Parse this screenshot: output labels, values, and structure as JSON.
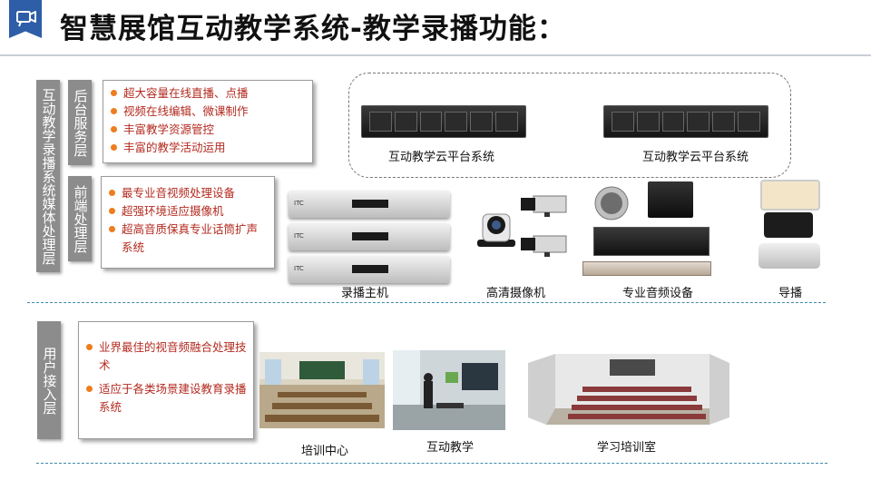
{
  "header": {
    "title": "智慧展馆互动教学系统-教学录播功能：",
    "badge_icon": "video-camera-icon",
    "badge_color": "#2e5ea8"
  },
  "layers": {
    "media": {
      "label": "互动教学录播系统媒体处理层"
    },
    "backend": {
      "label": "后台服务层",
      "items": [
        "超大容量在线直播、点播",
        "视频在线编辑、微课制作",
        "丰富教学资源管控",
        "丰富的教学活动运用"
      ]
    },
    "frontend": {
      "label": "前端处理层",
      "items": [
        "最专业音视频处理设备",
        "超强环境适应摄像机",
        "超高音质保真专业话筒扩声系统"
      ]
    },
    "access": {
      "label": "用户接入层",
      "items": [
        "业界最佳的视音频融合处理技术",
        "适应于各类场景建设教育录播系统"
      ]
    }
  },
  "devices": {
    "cloud_servers": [
      "互动教学云平台系统",
      "互动教学云平台系统"
    ],
    "recorder": "录播主机",
    "cameras": "高清摄像机",
    "audio": "专业音频设备",
    "director": "导播"
  },
  "scenes": [
    "培训中心",
    "互动教学",
    "学习培训室"
  ],
  "colors": {
    "bullet_text": "#b32a1f",
    "bullet_dot": "#ee7d1e",
    "label_bg": "#8c8c8c",
    "separator": "#3e8aa8"
  }
}
